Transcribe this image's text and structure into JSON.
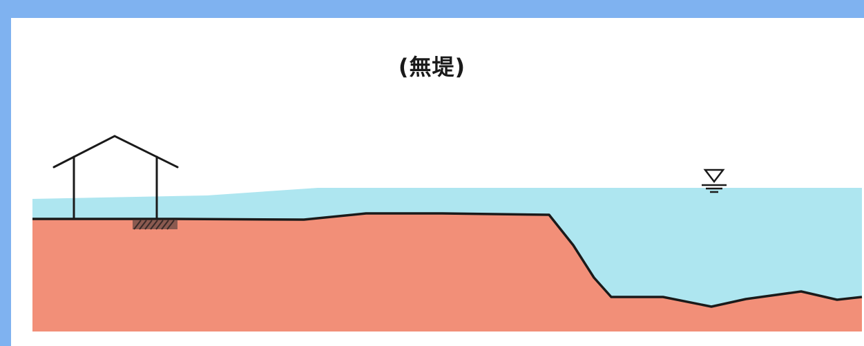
{
  "diagram": {
    "title": "(無堤)",
    "colors": {
      "background_frame": "#7fb2f0",
      "panel": "#ffffff",
      "water": "#aee6f0",
      "ground": "#f28f78",
      "outline": "#1a1a1a"
    },
    "elements": [
      "house-icon",
      "house-foundation",
      "ground-profile",
      "floodwater-area",
      "river-water",
      "water-level-symbol"
    ]
  }
}
